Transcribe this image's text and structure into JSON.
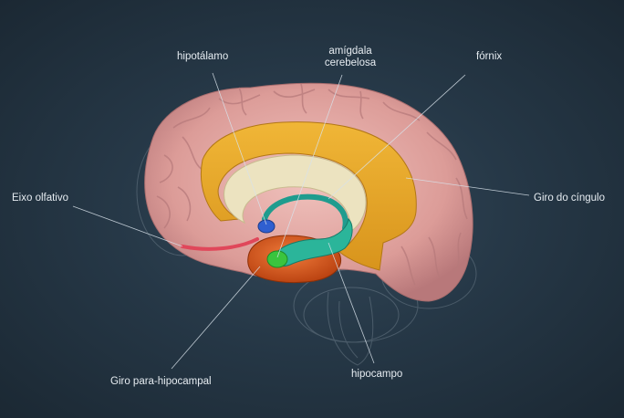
{
  "labels": {
    "hipotalamo": "hipotálamo",
    "amigdala_line1": "amígdala",
    "amigdala_line2": "cerebelosa",
    "fornix": "fórnix",
    "giro_cingulo": "Giro do cíngulo",
    "eixo_olfativo": "Eixo olfativo",
    "giro_para_hipocampal": "Giro para-hipocampal",
    "hipocampo": "hipocampo"
  },
  "colors": {
    "background": "#263847",
    "cortex": "#e3a7a2",
    "cingulate_gyrus": "#e8a82a",
    "corpus_callosum": "#ede5c2",
    "fornix": "#1f9c8e",
    "hippocampus": "#2bb59a",
    "parahippocampal": "#d4521c",
    "amygdala": "#3ac43e",
    "olfactory": "#e0475a",
    "hypothalamus": "#2f5fd0",
    "leader_line": "#d8e2ea"
  }
}
